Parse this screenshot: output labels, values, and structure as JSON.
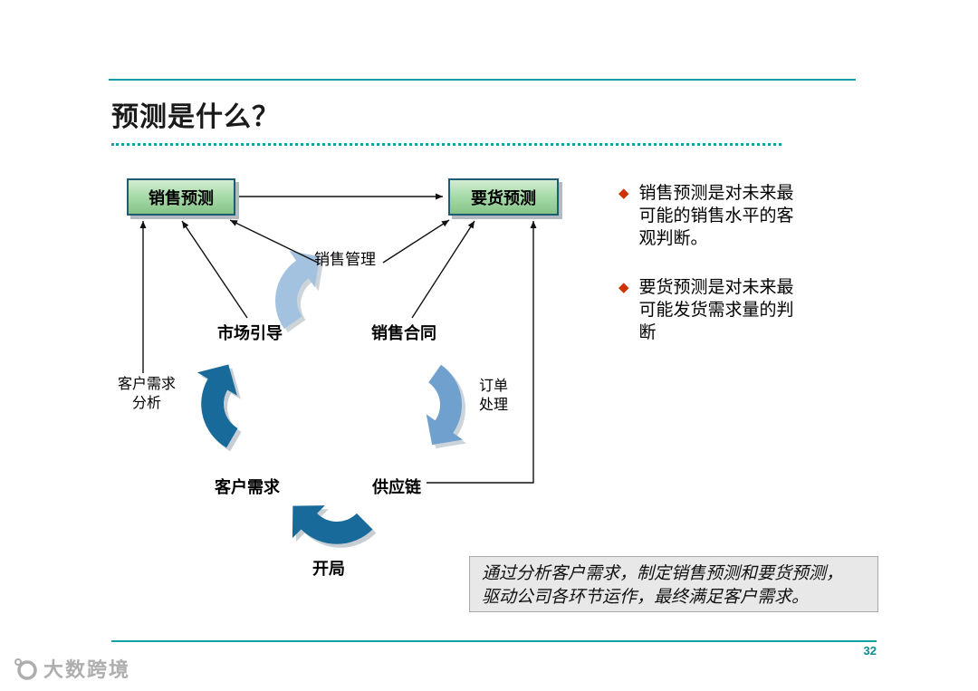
{
  "slide": {
    "title": "预测是什么？",
    "page_number": "32",
    "watermark_text": "大数跨境"
  },
  "diagram": {
    "box_sales_forecast": "销售预测",
    "box_demand_forecast": "要货预测",
    "label_sales_management": "销售管理",
    "label_market_guidance": "市场引导",
    "label_sales_contract": "销售合同",
    "label_customer_demand_analysis": [
      "客户需求",
      "分析"
    ],
    "label_order_processing": [
      "订单",
      "处理"
    ],
    "label_customer_demand": "客户需求",
    "label_supply_chain": "供应链",
    "label_opening": "开局"
  },
  "bullets": [
    {
      "lines": [
        "销售预测是对未来最",
        "可能的销售水平的客",
        "观判断。"
      ]
    },
    {
      "lines": [
        "要货预测是对未来最",
        "可能发货需求量的判",
        "断"
      ]
    }
  ],
  "note": {
    "lines": [
      "通过分析客户需求，制定销售预测和要货预测，",
      "驱动公司各环节运作，最终满足客户需求。"
    ]
  },
  "colors": {
    "accent_teal": "#12A0A5",
    "box_green": "#9ED49E",
    "box_border": "#1E5C74",
    "arrow_light_blue": "#A3C2E0",
    "arrow_medium_blue": "#6FA0CE",
    "arrow_dark_blue": "#176A9A",
    "bullet_red": "#CC3300"
  }
}
